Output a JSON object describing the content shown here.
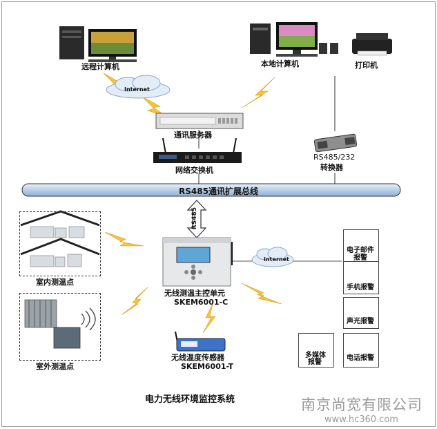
{
  "labels": {
    "remote_pc": "远程计算机",
    "local_pc": "本地计算机",
    "printer": "打印机",
    "internet_top": "Internet",
    "comm_server": "通讯服务器",
    "switch": "网络交换机",
    "converter_line1": "RS485/232",
    "converter_line2": "转换器",
    "bus": "RS485通讯扩展总线",
    "rs485_vertical": "RS485",
    "indoor": "室内测温点",
    "outdoor": "室外测温点",
    "internet_mid": "Internet",
    "main_unit_line1": "无线测温主控单元",
    "main_unit_line2": "SKEM6001-C",
    "sensor_line1": "无线温度传感器",
    "sensor_line2": "SKEM6001-T",
    "email_line1": "电子邮件",
    "email_line2": "报警",
    "phone_alarm": "手机报警",
    "light_alarm": "声光报警",
    "multimedia_line1": "多媒体",
    "multimedia_line2": "报警",
    "tel_alarm": "电话报警",
    "title": "电力无线环境监控系统",
    "company": "南京尚宽有限公司",
    "website": "www.hc360.com"
  },
  "icons": {
    "remote_pc": "desktop-computer-icon",
    "local_pc": "desktop-computer-icon",
    "printer": "printer-icon",
    "server": "rack-server-icon",
    "switch": "network-switch-icon",
    "converter": "serial-converter-icon",
    "cloud": "cloud-icon",
    "lightning": "wireless-lightning-icon",
    "email": "email-icon",
    "mobile": "mobile-phone-icon",
    "alarm_light": "alarm-light-icon",
    "speaker": "speaker-icon",
    "telephone": "telephone-icon"
  },
  "colors": {
    "bus_fill": "#c9dcf0",
    "lightning": "#f5c43a",
    "cloud": "#e2edf7",
    "sensor_blue": "#3c73c8",
    "watermark": "#9a9a9a"
  }
}
